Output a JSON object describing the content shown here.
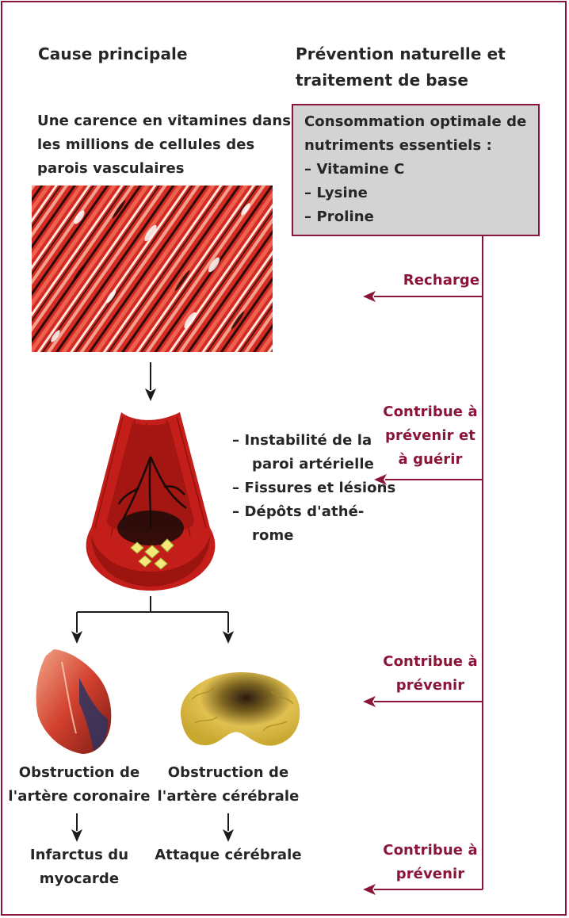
{
  "headers": {
    "cause": "Cause principale",
    "prevention_line1": "Prévention naturelle et",
    "prevention_line2": "traitement de base"
  },
  "deficiency": {
    "line1": "Une carence en vitamines dans",
    "line2": "les millions de cellules des",
    "line3": "parois vasculaires"
  },
  "nutrients": {
    "line1": "Consommation optimale de",
    "line2": "nutriments essentiels :",
    "items": [
      "– Vitamine C",
      "– Lysine",
      "– Proline"
    ]
  },
  "effects": {
    "recharge": "Recharge",
    "contribute_heal": [
      "Contribue à",
      "prévenir et",
      "à guérir"
    ],
    "contribute_prevent_1": [
      "Contribue à",
      "prévenir"
    ],
    "contribute_prevent_2": [
      "Contribue à",
      "prévenir"
    ]
  },
  "artery_list": [
    "– Instabilité de la",
    "paroi artérielle",
    "– Fissures et lésions",
    "– Dépôts d'athé-",
    "rome"
  ],
  "coronary": {
    "line1": "Obstruction de",
    "line2": "l'artère coronaire",
    "result_line1": "Infarctus du",
    "result_line2": "myocarde"
  },
  "cerebral": {
    "line1": "Obstruction de",
    "line2": "l'artère cérébrale",
    "result": "Attaque cérébrale"
  },
  "colors": {
    "accent": "#8a1538",
    "box": "#d3d3d3",
    "text": "#262626"
  }
}
